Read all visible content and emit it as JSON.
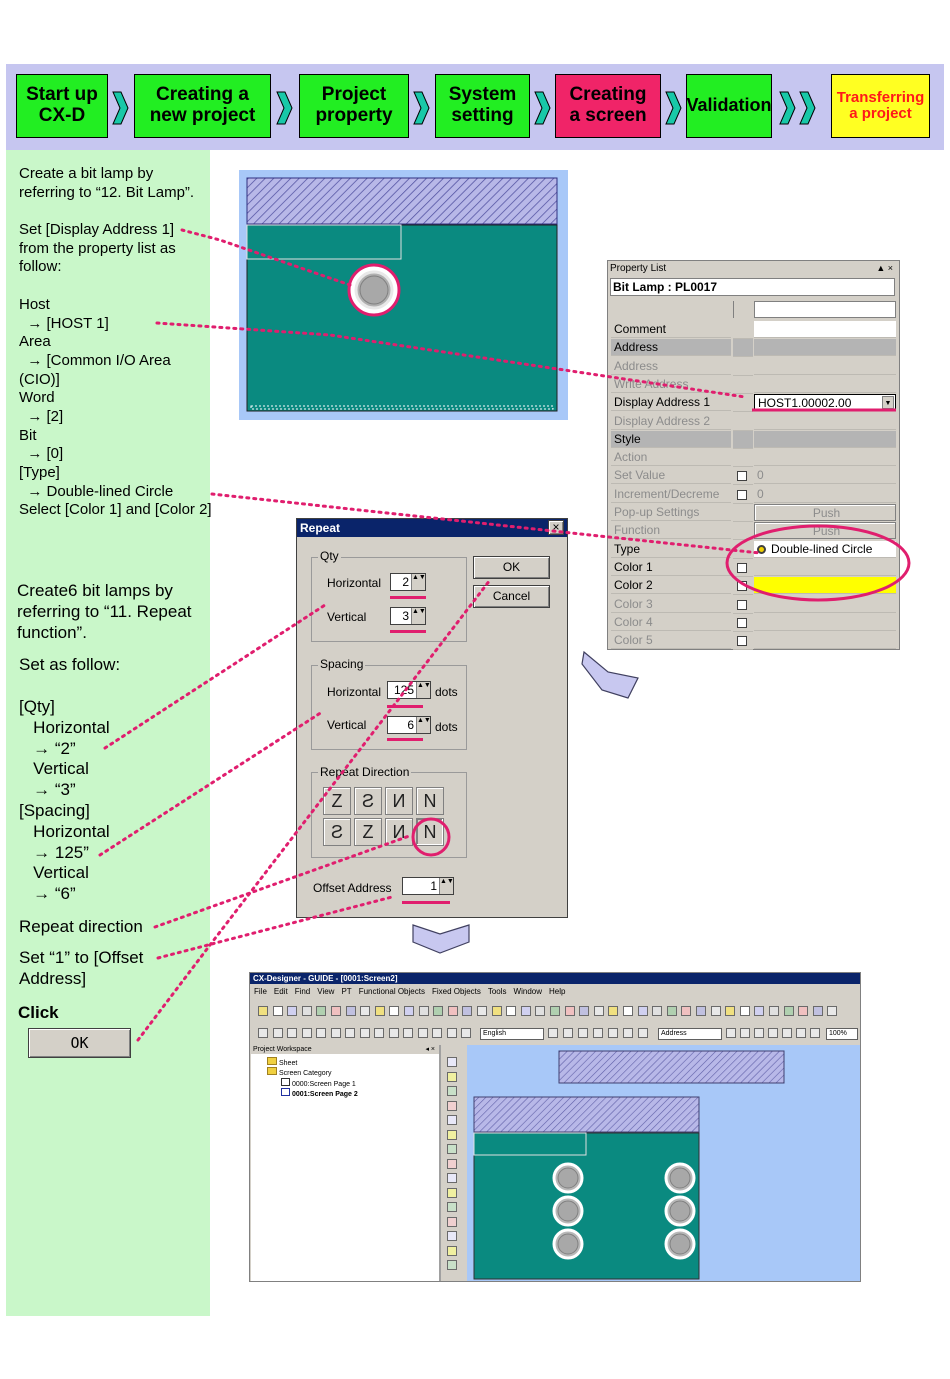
{
  "steps": [
    {
      "label": "Start up\nCX-D",
      "color": "#22ee22"
    },
    {
      "label": "Creating a\nnew project",
      "color": "#22ee22"
    },
    {
      "label": "Project\nproperty",
      "color": "#22ee22"
    },
    {
      "label": "System\nsetting",
      "color": "#22ee22"
    },
    {
      "label": "Creating\na screen",
      "color": "#f02468"
    },
    {
      "label": "Validation",
      "color": "#22ee22"
    },
    {
      "label": "Transferring\na project",
      "color": "#ffff22",
      "text_color": "#ff1a1a"
    }
  ],
  "instructions": {
    "create_lamp": "Create a bit lamp by\nreferring to “12. Bit Lamp”.",
    "set_address": "Set [Display Address 1]\nfrom the property list as\nfollow:",
    "host_label": "Host",
    "host_value": "  → [HOST 1]",
    "area_label": "Area",
    "area_value": "  → [Common I/O Area\n(CIO)]",
    "word_label": "Word",
    "word_value": "  → [2]",
    "bit_label": "Bit",
    "bit_value": "  → [0]",
    "type_label": "[Type]",
    "type_value": "  → Double-lined Circle",
    "select_colors": "Select [Color 1] and [Color 2]",
    "create_repeat": "Create6 bit lamps by\nreferring to “11. Repeat\nfunction”.",
    "set_as_follow": "Set as follow:",
    "qty_block": "[Qty]\n   Horizontal\n   → “2”\n   Vertical\n   → “3”\n[Spacing]\n   Horizontal\n   → 125”\n   Vertical\n   → “6”",
    "repeat_direction": "Repeat direction",
    "offset": "Set “1” to [Offset\nAddress]",
    "click": "Click",
    "ok_button": "OK"
  },
  "property_list": {
    "window_title": "Property List",
    "window_controls": "▲ ×",
    "object_title": "Bit Lamp : PL0017",
    "rows": [
      {
        "name": "Comment",
        "value": "",
        "kind": "normal"
      },
      {
        "name": "Address",
        "value": "",
        "kind": "category"
      },
      {
        "name": "Address",
        "value": "",
        "kind": "dim"
      },
      {
        "name": "Write Address",
        "value": "",
        "kind": "dim"
      },
      {
        "name": "Display Address 1",
        "value": "HOST1.00002.00",
        "kind": "highlight"
      },
      {
        "name": "Display Address 2",
        "value": "",
        "kind": "dim"
      },
      {
        "name": "Style",
        "value": "",
        "kind": "category"
      },
      {
        "name": "Action",
        "value": "",
        "kind": "dim"
      },
      {
        "name": "  Set Value",
        "value": "0",
        "kind": "dimcheck"
      },
      {
        "name": "  Increment/Decreme",
        "value": "0",
        "kind": "dimcheck"
      },
      {
        "name": "  Pop-up Settings",
        "value": "Push",
        "kind": "dimbutton"
      },
      {
        "name": "Function",
        "value": "Push",
        "kind": "dimbutton"
      },
      {
        "name": "Type",
        "value": "Double-lined Circle",
        "kind": "type"
      },
      {
        "name": "Color 1",
        "value": "",
        "kind": "color1"
      },
      {
        "name": "Color 2",
        "value": "",
        "kind": "color2"
      },
      {
        "name": "Color 3",
        "value": "",
        "kind": "dimcheck"
      },
      {
        "name": "Color 4",
        "value": "",
        "kind": "dimcheck"
      },
      {
        "name": "Color 5",
        "value": "",
        "kind": "dimcheck"
      }
    ],
    "color1_hex": "#d4d0c8",
    "color2_hex": "#ffff00",
    "dropdown_glyph": "▼"
  },
  "repeat_dialog": {
    "title": "Repeat",
    "close": "×",
    "qty_group": "Qty",
    "horizontal_label": "Horizontal",
    "vertical_label": "Vertical",
    "qty_horizontal": "2",
    "qty_vertical": "3",
    "ok": "OK",
    "cancel": "Cancel",
    "spacing_group": "Spacing",
    "spacing_horizontal": "125",
    "spacing_vertical": "6",
    "dots": "dots",
    "direction_group": "Repeat Direction",
    "directions": [
      "Z",
      "Ƨ",
      "И",
      "N",
      "Ƨ",
      "Z",
      "И",
      "N"
    ],
    "offset_label": "Offset Address",
    "offset_value": "1",
    "spin_glyph": "▲▼"
  },
  "cx_designer": {
    "title": "CX-Designer - GUIDE - [0001:Screen2]",
    "menu": [
      "File",
      "Edit",
      "Find",
      "View",
      "PT",
      "Functional Objects",
      "Fixed Objects",
      "Tools",
      "Window",
      "Help"
    ],
    "language": "English",
    "address_combo": "Address",
    "zoom": "100%",
    "workspace_title": "Project Workspace",
    "workspace_controls": "◂ ×",
    "tree": [
      "Sheet",
      "Screen Category",
      "0000:Screen Page 1",
      "0001:Screen Page 2"
    ]
  },
  "colors": {
    "accent_red": "#e01e6e",
    "teal": "#0a8a80",
    "left_panel": "#c9f7c9",
    "header_band": "#c6c6f0"
  }
}
